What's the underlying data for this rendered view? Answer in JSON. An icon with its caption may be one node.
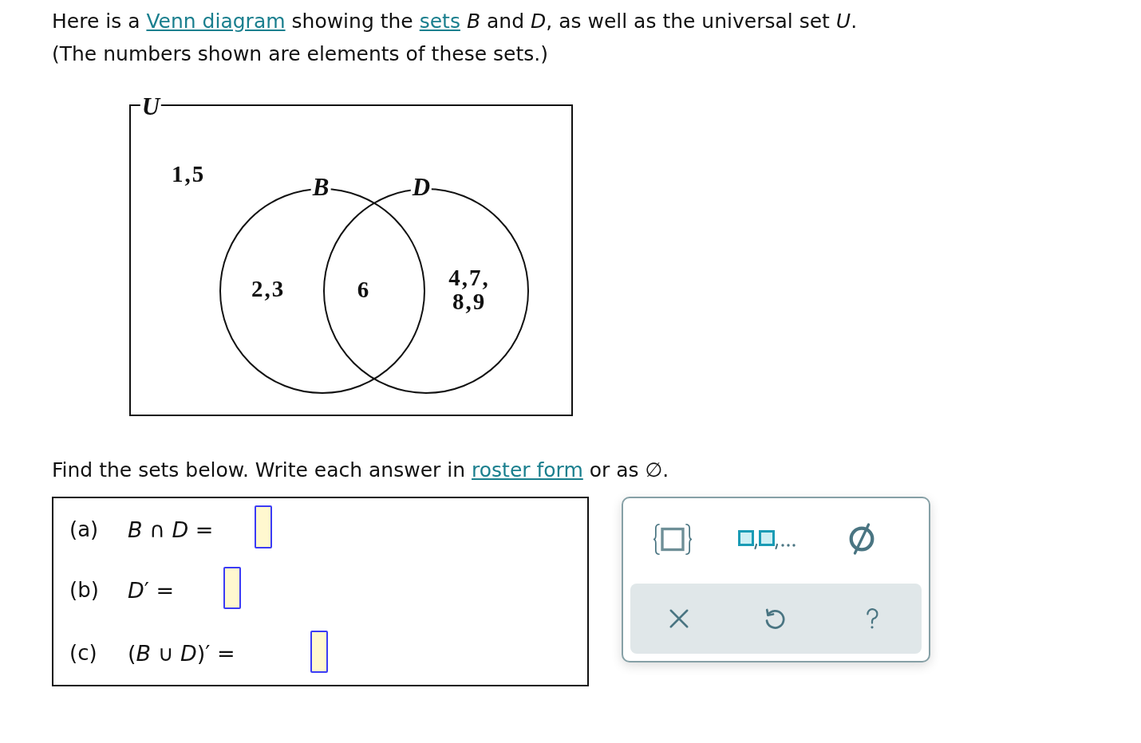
{
  "diagram": {
    "nodes": [
      {
        "text": [
          "U",
          "1,5"
        ]
      },
      {
        "text": [
          "B",
          "2,3"
        ],
        "in": 0
      },
      {
        "text": [
          "D",
          "4,7, 8,9"
        ],
        "in": 0
      },
      {
        "text": [
          "(a)",
          "*B* ∩ *D* =",
          "(b)",
          "*D*′ =",
          "(c)",
          "(*B* ∪ *D*)′ ="
        ]
      }
    ],
    "labels": [
      "Here is a",
      "Venn diagram",
      "showing the",
      "sets",
      "*B* and *D*, as well as the universal set *U*.",
      "(The numbers shown are elements of these sets.)",
      "6",
      "Find the sets below. Write each answer in",
      "roster form",
      "or as ∅."
    ]
  }
}
